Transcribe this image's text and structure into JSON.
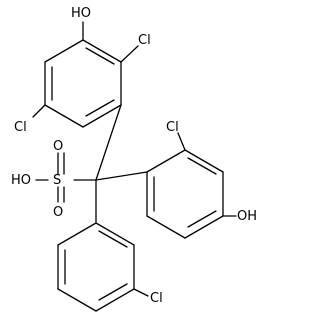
{
  "structure": {
    "atom_labels": {
      "oh_top": "HO",
      "cl_top_right": "Cl",
      "cl_left": "Cl",
      "cl_mid_right": "Cl",
      "oh_right": "OH",
      "so3h_ho": "HO",
      "so3h_s": "S",
      "so3h_o_top": "O",
      "so3h_o_bottom": "O",
      "cl_bottom": "Cl"
    }
  }
}
